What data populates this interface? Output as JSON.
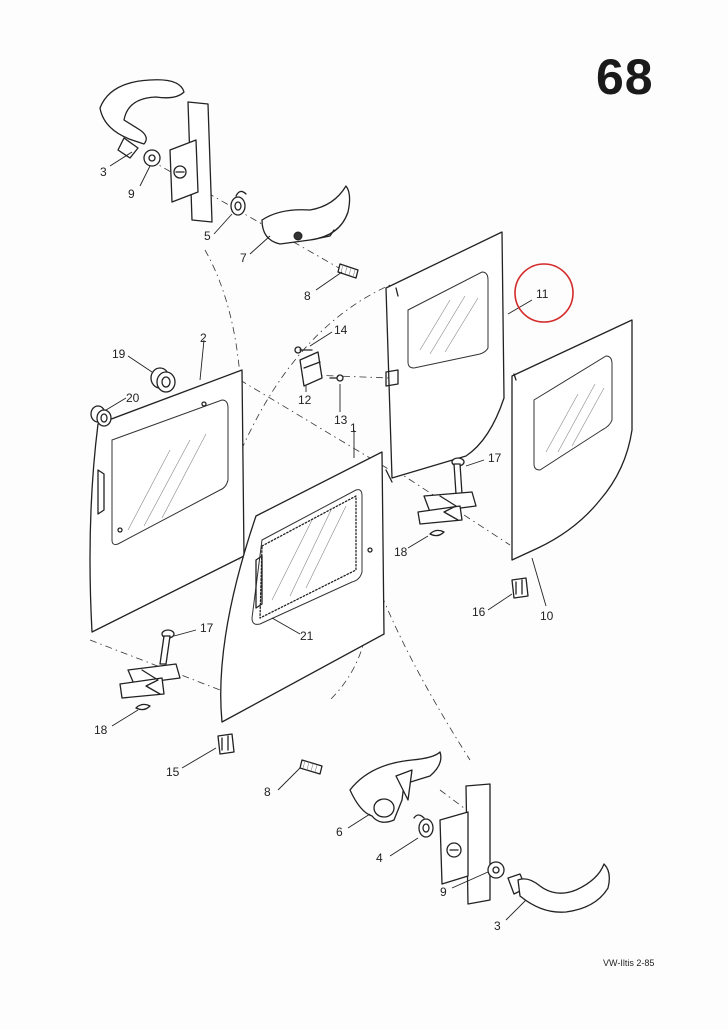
{
  "page_number": "68",
  "footer_code": "VW-Iltis  2-85",
  "highlighted_part": "11",
  "colors": {
    "ink": "#222222",
    "highlight": "#d42a2a"
  },
  "callouts": [
    {
      "id": "c3a",
      "label": "3"
    },
    {
      "id": "c9a",
      "label": "9"
    },
    {
      "id": "c5",
      "label": "5"
    },
    {
      "id": "c7",
      "label": "7"
    },
    {
      "id": "c8a",
      "label": "8"
    },
    {
      "id": "c11",
      "label": "11"
    },
    {
      "id": "c14",
      "label": "14"
    },
    {
      "id": "c2",
      "label": "2"
    },
    {
      "id": "c19",
      "label": "19"
    },
    {
      "id": "c20",
      "label": "20"
    },
    {
      "id": "c12",
      "label": "12"
    },
    {
      "id": "c13",
      "label": "13"
    },
    {
      "id": "c1",
      "label": "1"
    },
    {
      "id": "c17a",
      "label": "17"
    },
    {
      "id": "c18a",
      "label": "18"
    },
    {
      "id": "c16",
      "label": "16"
    },
    {
      "id": "c10",
      "label": "10"
    },
    {
      "id": "c21",
      "label": "21"
    },
    {
      "id": "c17b",
      "label": "17"
    },
    {
      "id": "c18b",
      "label": "18"
    },
    {
      "id": "c15",
      "label": "15"
    },
    {
      "id": "c8b",
      "label": "8"
    },
    {
      "id": "c6",
      "label": "6"
    },
    {
      "id": "c4",
      "label": "4"
    },
    {
      "id": "c9b",
      "label": "9"
    },
    {
      "id": "c3b",
      "label": "3"
    }
  ]
}
